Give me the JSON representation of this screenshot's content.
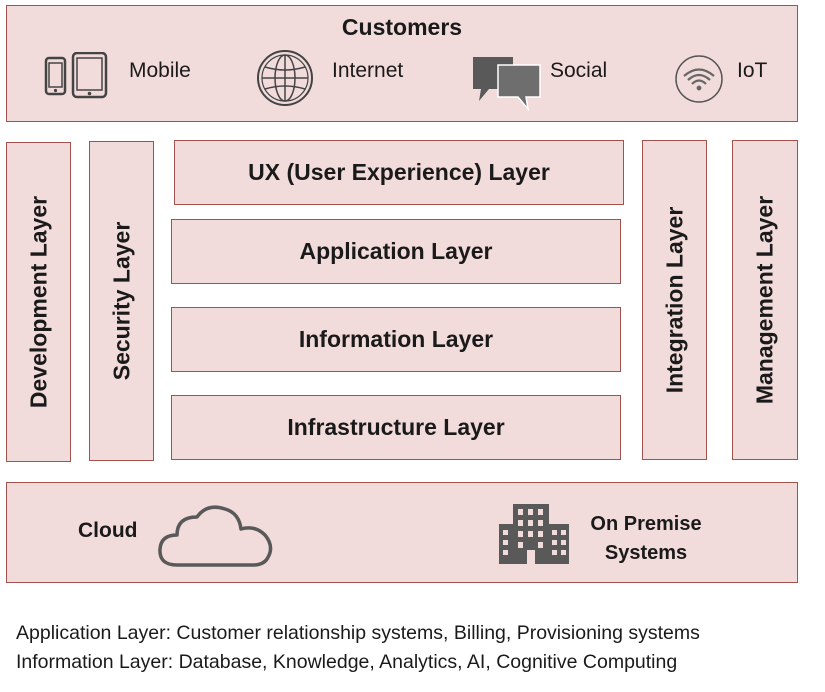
{
  "customers": {
    "title": "Customers",
    "channels": [
      {
        "label": "Mobile",
        "icon": "mobile-devices-icon"
      },
      {
        "label": "Internet",
        "icon": "globe-icon"
      },
      {
        "label": "Social",
        "icon": "chat-bubbles-icon"
      },
      {
        "label": "IoT",
        "icon": "wireless-signal-icon"
      }
    ]
  },
  "side_layers": {
    "development": "Development Layer",
    "security": "Security Layer",
    "integration": "Integration Layer",
    "management": "Management Layer"
  },
  "core_layers": [
    "UX (User Experience) Layer",
    "Application Layer",
    "Information Layer",
    "Infrastructure Layer"
  ],
  "deployment": {
    "cloud": {
      "label": "Cloud",
      "icon": "cloud-icon"
    },
    "on_premise": {
      "label_line1": "On Premise",
      "label_line2": "Systems",
      "icon": "building-icon"
    }
  },
  "notes": [
    "Application Layer: Customer relationship systems, Billing, Provisioning systems",
    "Information Layer: Database, Knowledge, Analytics, AI, Cognitive Computing"
  ],
  "colors": {
    "box_fill": "#f2dcdb",
    "box_border": "#a0524e",
    "icon_gray": "#595959"
  }
}
